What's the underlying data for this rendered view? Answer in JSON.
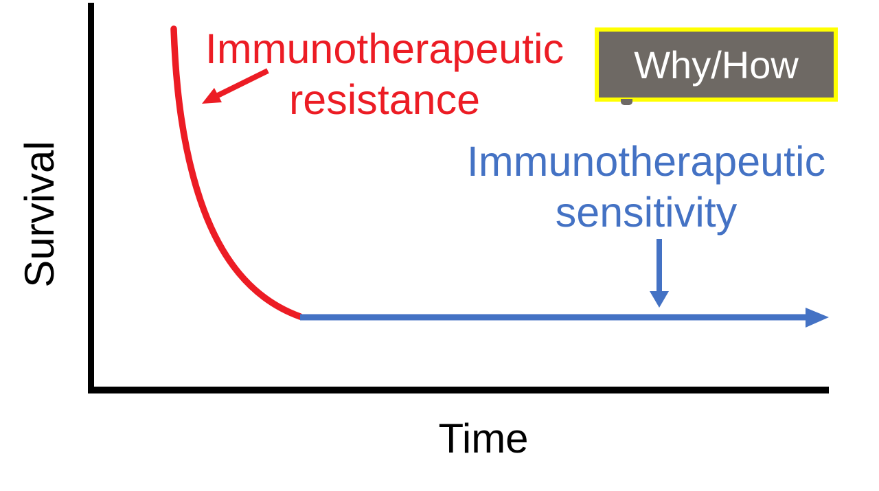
{
  "colors": {
    "red": "#EC1C24",
    "blue": "#4472C4",
    "black": "#000000",
    "box-gray": "#6E6964",
    "box-yellow": "#FFFF00"
  },
  "labels": {
    "y_axis": "Survival",
    "x_axis": "Time"
  },
  "annotations": {
    "resistance_line1": "Immunotherapeutic",
    "resistance_line2": "resistance",
    "sensitivity_line1": "Immunotherapeutic",
    "sensitivity_line2": "sensitivity",
    "box_label": "Why/How"
  },
  "chart_data": {
    "type": "line",
    "title": "",
    "xlabel": "Time",
    "ylabel": "Survival",
    "grid": false,
    "legend_position": "none",
    "axes": {
      "tick_labels": false,
      "numeric_scale": false,
      "xlim_norm": [
        0,
        1
      ],
      "ylim_norm": [
        0,
        1
      ]
    },
    "series": [
      {
        "name": "Immunotherapeutic resistance",
        "color": "#EC1C24",
        "shape": "steep exponential decline from near top of y-axis down to low plateau",
        "x_norm": [
          0.12,
          0.13,
          0.14,
          0.17,
          0.2,
          0.24,
          0.29
        ],
        "y_norm": [
          0.93,
          0.72,
          0.6,
          0.44,
          0.32,
          0.23,
          0.19
        ]
      },
      {
        "name": "Immunotherapeutic sensitivity",
        "color": "#4472C4",
        "shape": "flat horizontal plateau continuing to right edge, ends with right-pointing arrowhead",
        "x_norm": [
          0.29,
          1.0
        ],
        "y_norm": [
          0.19,
          0.19
        ]
      }
    ],
    "annotations": [
      {
        "text": "Immunotherapeutic resistance",
        "color": "#EC1C24",
        "arrow": "red arrow pointing down-left at the red curve"
      },
      {
        "text": "Immunotherapeutic sensitivity",
        "color": "#4472C4",
        "arrow": "blue arrow pointing down at the blue plateau line"
      },
      {
        "text": "Why/How",
        "color": "#FFFFFF",
        "note": "white text in gray box with yellow border, top right"
      }
    ]
  }
}
